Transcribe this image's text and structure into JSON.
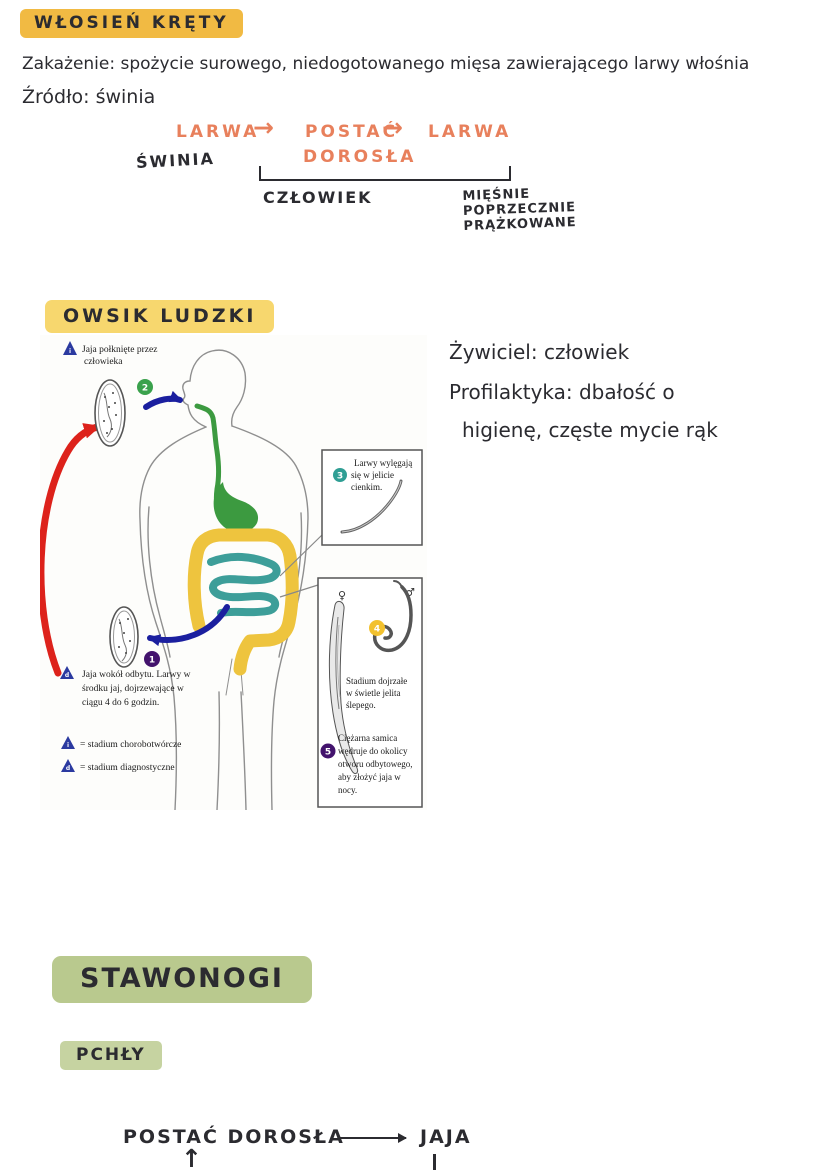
{
  "wlosien": {
    "title": "WŁOSIEŃ KRĘTY",
    "infection_label": "Zakażenie:",
    "infection_text": "spożycie surowego, niedogotowanego mięsa zawierającego larwy włośnia",
    "source_label": "Źródło:",
    "source_text": "świnia",
    "cycle": {
      "larva1": "LARWA",
      "arrow1": "→",
      "adult_line1": "POSTAĆ",
      "arrow2": "→",
      "larva2": "LARWA",
      "adult_line2": "DOROSŁA",
      "pig": "ŚWINIA",
      "human": "CZŁOWIEK",
      "muscles_line1": "MIĘŚNIE",
      "muscles_line2": "POPRZECZNIE",
      "muscles_line3": "PRĄŻKOWANE"
    }
  },
  "owsik": {
    "title": "OWSIK LUDZKI",
    "diagram": {
      "top_label_line1": "Jaja połknięte przez",
      "top_label_line2": "człowieka",
      "tri_letter_i": "i",
      "tri_letter_d": "d",
      "step1": "1",
      "step2": "2",
      "step3": "3",
      "step4": "4",
      "step5": "5",
      "female_symbol": "♀",
      "male_symbol": "♂",
      "box3_line1": "Larwy wylęgają",
      "box3_line2": "się w jelicie",
      "box3_line3": "cienkim.",
      "box4_line1": "Stadium dojrzałe",
      "box4_line2": "w świetle jelita",
      "box4_line3": "ślepego.",
      "box5_line1": "Ciężarna samica",
      "box5_line2": "wędruje do okolicy",
      "box5_line3": "otworu odbytowego,",
      "box5_line4": "aby złożyć jaja w",
      "box5_line5": "nocy.",
      "bottom_label_line1": "Jaja wokół odbytu. Larwy w",
      "bottom_label_line2": "środku jaj, dojrzewające w",
      "bottom_label_line3": "ciągu 4 do 6 godzin.",
      "legend_i_text": "= stadium chorobotwórcze",
      "legend_d_text": "= stadium diagnostyczne"
    },
    "notes": {
      "host_label": "Żywiciel:",
      "host_value": "człowiek",
      "prevention_label": "Profilaktyka:",
      "prevention_line1": "dbałość o",
      "prevention_line2": "higienę, częste mycie rąk"
    }
  },
  "stawonogi": {
    "title": "STAWONOGI"
  },
  "pchly": {
    "title": "PCHŁY",
    "cycle": {
      "adult": "POSTAĆ DOROSŁA",
      "eggs": "JAJA"
    }
  },
  "colors": {
    "highlight_gold": "#f1ba43",
    "highlight_yellow": "#f7d76e",
    "highlight_green_large": "#b9c98e",
    "highlight_green_small": "#c6d3a1",
    "ink": "#2b2b30",
    "accent_orange": "#e8805c",
    "arrow_red": "#dd221b",
    "arrow_blue": "#1b1f9f",
    "organ_green": "#3c9a40",
    "organ_yellow": "#eec43e",
    "organ_teal": "#3d9e99",
    "badge_green": "#3aa14c",
    "badge_teal": "#2f9e94",
    "badge_yellow": "#f2c12e",
    "badge_purple": "#43136d"
  }
}
